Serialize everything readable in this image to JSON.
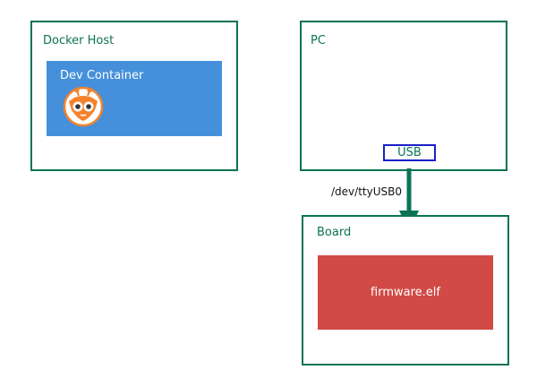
{
  "diagram": {
    "docker_host": {
      "title": "Docker Host"
    },
    "dev_container": {
      "label": "Dev Container",
      "icon": "platformio-icon"
    },
    "pc": {
      "title": "PC",
      "port_label": "USB"
    },
    "connection": {
      "label": "/dev/ttyUSB0"
    },
    "board": {
      "title": "Board",
      "firmware_label": "firmware.elf"
    },
    "colors": {
      "border": "#0a7355",
      "container": "#4690db",
      "firmware": "#d24a45",
      "usb_border": "#1a1fc9",
      "icon_orange": "#f5822a"
    }
  }
}
